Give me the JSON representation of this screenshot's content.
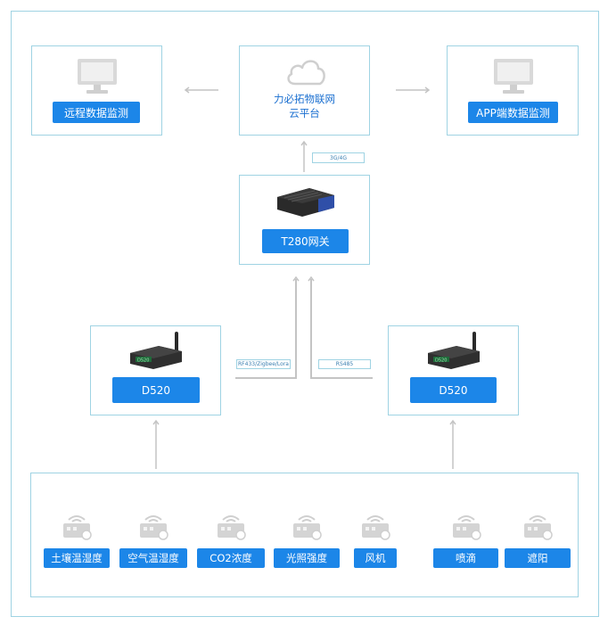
{
  "top": {
    "left_box": {
      "label": "远程数据监测",
      "icon": "monitor-icon"
    },
    "center_box": {
      "line1": "力必拓物联网",
      "line2": "云平台",
      "icon": "cloud-icon"
    },
    "right_box": {
      "label": "APP端数据监测",
      "icon": "monitor-icon"
    }
  },
  "link_top": {
    "label": "3G/4G"
  },
  "gateway": {
    "label": "T280网关",
    "icon": "gateway-device-icon"
  },
  "links_mid": {
    "left": "RF433/Zigbee/Lora",
    "right": "RS485"
  },
  "nodes": [
    {
      "label": "D520",
      "icon": "d520-device-icon",
      "device_text": "D520"
    },
    {
      "label": "D520",
      "icon": "d520-device-icon",
      "device_text": "D520"
    }
  ],
  "sensors": [
    {
      "label": "土壤温湿度",
      "icon": "sensor-soil-icon"
    },
    {
      "label": "空气温湿度",
      "icon": "sensor-air-icon"
    },
    {
      "label": "CO2浓度",
      "icon": "sensor-co2-icon"
    },
    {
      "label": "光照强度",
      "icon": "sensor-light-icon"
    },
    {
      "label": "风机",
      "icon": "fan-icon"
    },
    {
      "label": "喷滴",
      "icon": "sprinkler-icon"
    },
    {
      "label": "遮阳",
      "icon": "shade-icon"
    }
  ],
  "colors": {
    "accent": "#1c86e8",
    "border": "#9fd3e3",
    "line": "#c4c4c4"
  }
}
